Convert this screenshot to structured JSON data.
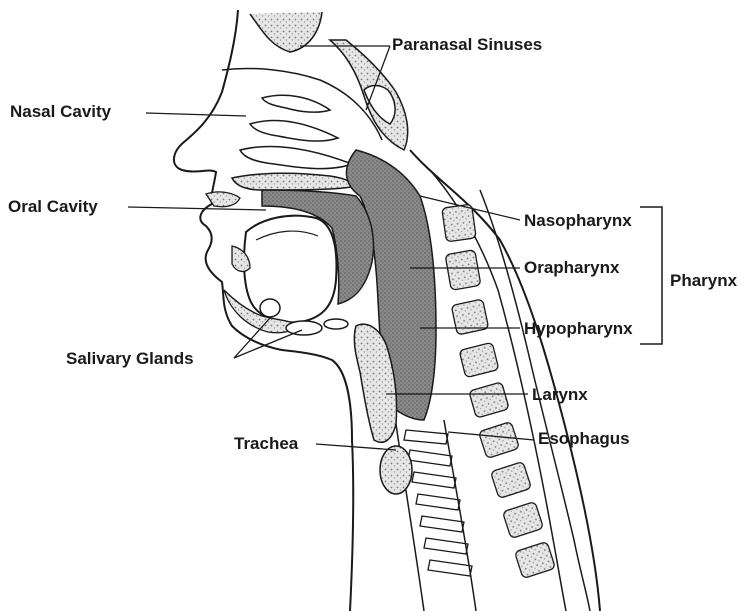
{
  "labels": {
    "paranasal_sinuses": "Paranasal Sinuses",
    "nasal_cavity": "Nasal Cavity",
    "oral_cavity": "Oral Cavity",
    "nasopharynx": "Nasopharynx",
    "orapharynx": "Orapharynx",
    "pharynx": "Pharynx",
    "hypopharynx": "Hypopharynx",
    "salivary_glands": "Salivary Glands",
    "larynx": "Larynx",
    "trachea": "Trachea",
    "esophagus": "Esophagus"
  },
  "colors": {
    "ink": "#1a1a1a",
    "shade": "#8a8a8a",
    "speckle": "#c8c8c8"
  }
}
